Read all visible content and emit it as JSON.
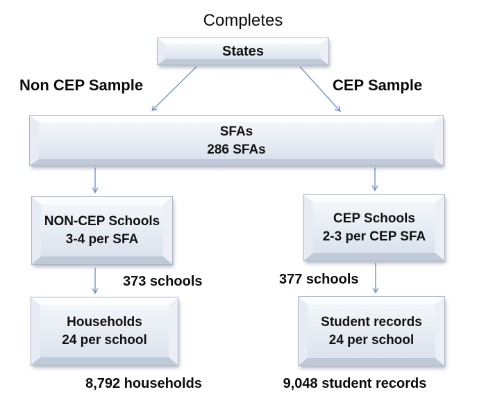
{
  "title": "Completes",
  "branch_labels": {
    "left": "Non CEP Sample",
    "right": "CEP Sample"
  },
  "nodes": {
    "states": {
      "label": "States"
    },
    "sfas": {
      "line1": "SFAs",
      "line2": "286 SFAs"
    },
    "non_cep_schools": {
      "line1": "NON-CEP Schools",
      "line2": "3-4 per SFA"
    },
    "cep_schools": {
      "line1": "CEP Schools",
      "line2": "2-3 per CEP SFA"
    },
    "households": {
      "line1": "Households",
      "line2": "24 per school"
    },
    "student_records": {
      "line1": "Student records",
      "line2": "24 per school"
    }
  },
  "annotations": {
    "left_schools_count": "373 schools",
    "right_schools_count": "377 schools",
    "households_total": "8,792 households",
    "student_records_total": "9,048 student records"
  },
  "colors": {
    "arrow": "#7193c5",
    "box_fill_top": "#f3f6fa",
    "box_fill_bottom": "#dbe2ed",
    "box_border": "#aeb6c4",
    "text": "#111111"
  }
}
